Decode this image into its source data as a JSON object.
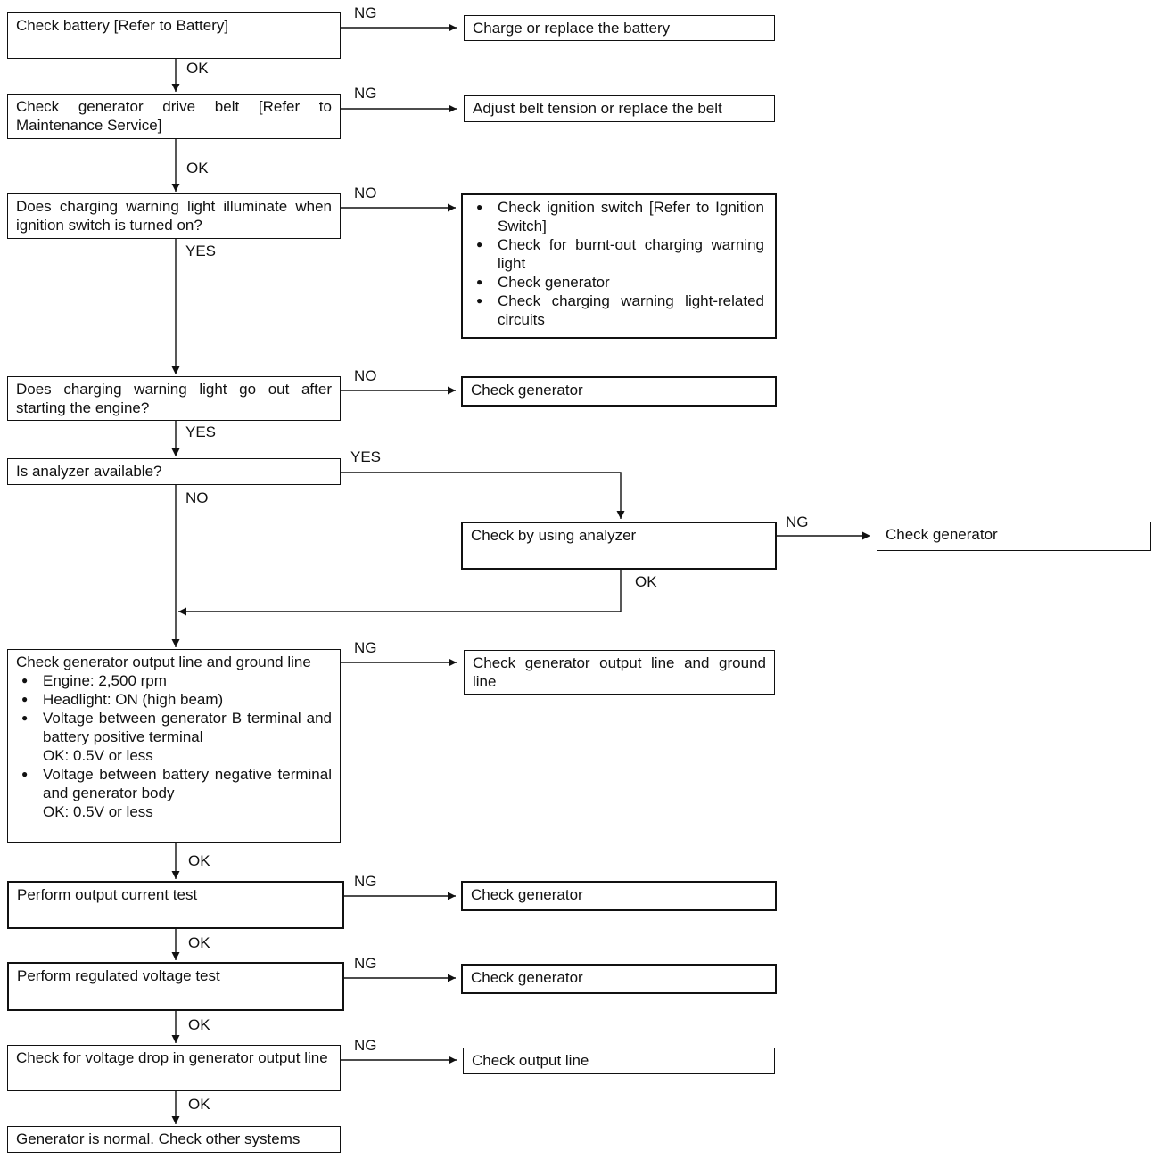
{
  "steps": {
    "s1": "Check battery [Refer to Battery]",
    "s2": "Check generator drive belt [Refer to Maintenance Service]",
    "s3": "Does charging warning light illuminate when ignition switch is turned on?",
    "s4": "Does charging warning light go out after starting the engine?",
    "s5": "Is analyzer available?",
    "s5b": "Check by using analyzer",
    "s6": {
      "title": "Check generator output line and ground line",
      "bullets": [
        "Engine: 2,500 rpm",
        "Headlight: ON (high beam)"
      ],
      "b3": "Voltage between generator B terminal and battery positive terminal",
      "b3_ok": "OK: 0.5V or less",
      "b4": "Voltage between battery negative terminal and generator body",
      "b4_ok": "OK: 0.5V or less"
    },
    "s7": "Perform output current test",
    "s8": "Perform regulated voltage test",
    "s9": "Check for voltage drop in generator output line",
    "s10": "Generator is normal. Check other systems"
  },
  "results": {
    "r1": "Charge or replace the battery",
    "r2": "Adjust belt tension or replace the belt",
    "r3": [
      "Check ignition switch [Refer to Ignition Switch]",
      "Check for burnt-out charging warning light",
      "Check generator",
      "Check charging warning light-related circuits"
    ],
    "r4": "Check generator",
    "r5b": "Check generator",
    "r6": "Check generator output line and ground line",
    "r7": "Check generator",
    "r8": "Check generator",
    "r9": "Check output line"
  },
  "labels": {
    "ok": "OK",
    "ng": "NG",
    "yes": "YES",
    "no": "NO"
  }
}
